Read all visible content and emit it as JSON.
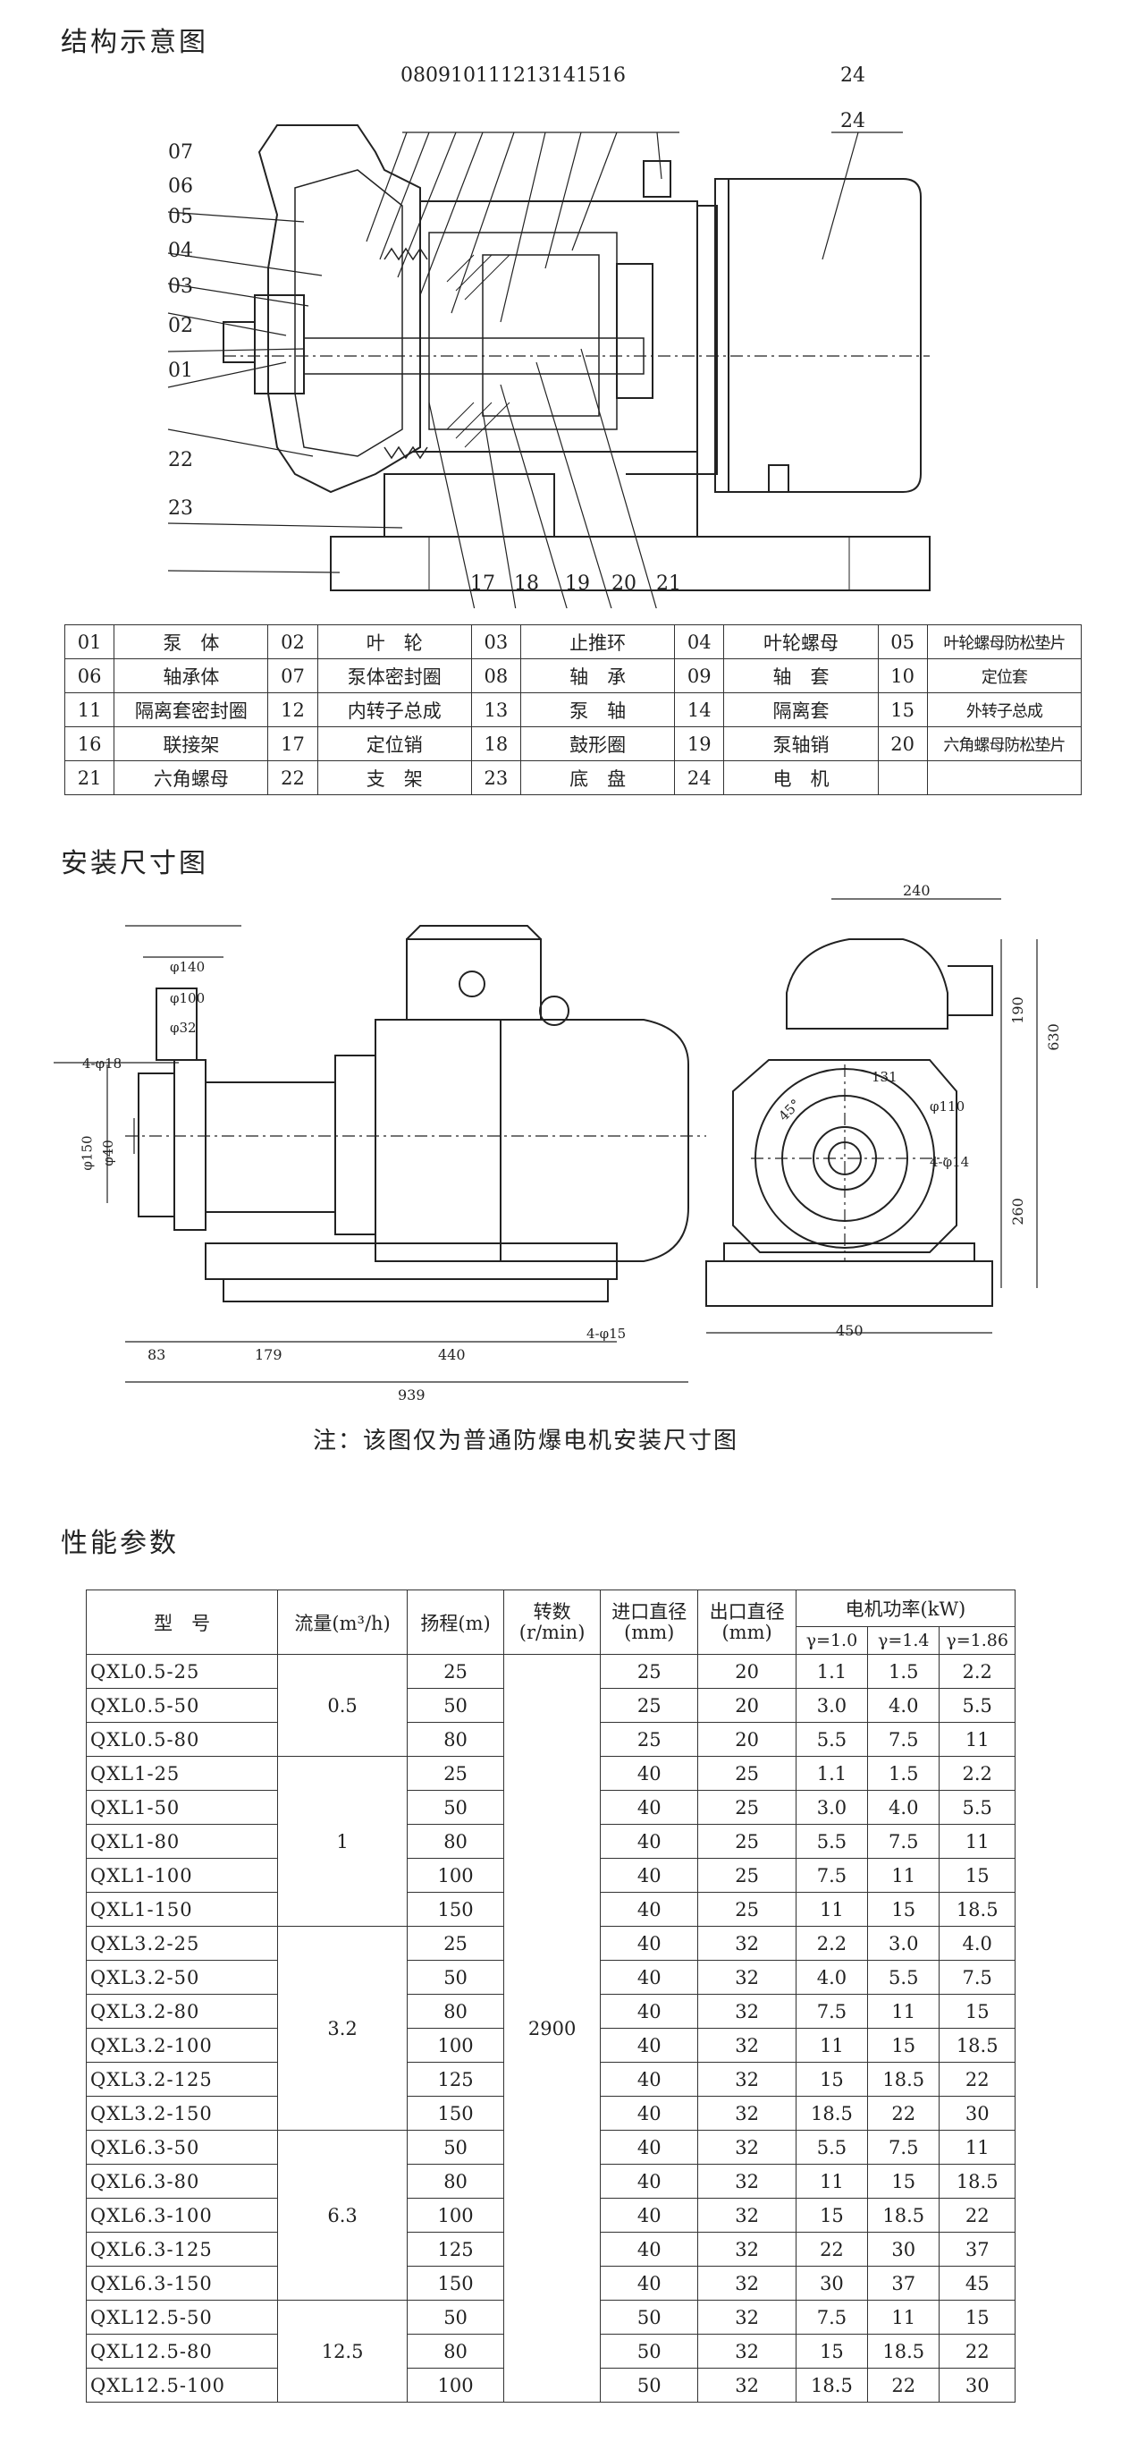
{
  "sections": {
    "structure_title": "结构示意图",
    "install_title": "安装尺寸图",
    "perf_title": "性能参数",
    "install_note": "注：该图仅为普通防爆电机安装尺寸图"
  },
  "structure_callouts": {
    "top": [
      "08",
      "09",
      "10",
      "11",
      "12",
      "13",
      "14",
      "15",
      "16"
    ],
    "left": [
      "07",
      "06",
      "05",
      "04",
      "03",
      "02",
      "01",
      "22",
      "23"
    ],
    "bottom": [
      "17",
      "18",
      "19",
      "20",
      "21"
    ],
    "right": "24"
  },
  "parts": [
    [
      [
        "01",
        "泵　体"
      ],
      [
        "02",
        "叶　轮"
      ],
      [
        "03",
        "止推环"
      ],
      [
        "04",
        "叶轮螺母"
      ],
      [
        "05",
        "叶轮螺母防松垫片"
      ]
    ],
    [
      [
        "06",
        "轴承体"
      ],
      [
        "07",
        "泵体密封圈"
      ],
      [
        "08",
        "轴　承"
      ],
      [
        "09",
        "轴　套"
      ],
      [
        "10",
        "定位套"
      ]
    ],
    [
      [
        "11",
        "隔离套密封圈"
      ],
      [
        "12",
        "内转子总成"
      ],
      [
        "13",
        "泵　轴"
      ],
      [
        "14",
        "隔离套"
      ],
      [
        "15",
        "外转子总成"
      ]
    ],
    [
      [
        "16",
        "联接架"
      ],
      [
        "17",
        "定位销"
      ],
      [
        "18",
        "鼓形圈"
      ],
      [
        "19",
        "泵轴销"
      ],
      [
        "20",
        "六角螺母防松垫片"
      ]
    ],
    [
      [
        "21",
        "六角螺母"
      ],
      [
        "22",
        "支　架"
      ],
      [
        "23",
        "底　盘"
      ],
      [
        "24",
        "电　机"
      ],
      [
        "",
        ""
      ]
    ]
  ],
  "install_dims": {
    "d140": "φ140",
    "d100": "φ100",
    "d32": "φ32",
    "bolt_top": "4-φ18",
    "d150": "φ150",
    "d40": "φ40",
    "len83": "83",
    "len179": "179",
    "len440": "440",
    "bolt_base": "4-φ15",
    "len939": "939",
    "w240": "240",
    "h190": "190",
    "h630": "630",
    "r131": "131",
    "d110": "φ110",
    "ang45": "45°",
    "bolt_flange": "4-φ14",
    "h260": "260",
    "w450": "450"
  },
  "perf_header": {
    "model": "型　号",
    "flow": "流量(m³/h)",
    "head": "扬程(m)",
    "speed": "转数\n(r/min)",
    "inlet": "进口直径\n(mm)",
    "outlet": "出口直径\n(mm)",
    "power": "电机功率(kW)",
    "g1": "γ=1.0",
    "g2": "γ=1.4",
    "g3": "γ=1.86"
  },
  "perf_speed": "2900",
  "perf_groups": [
    {
      "flow": "0.5",
      "rows": [
        [
          "QXL0.5-25",
          "25",
          "25",
          "20",
          "1.1",
          "1.5",
          "2.2"
        ],
        [
          "QXL0.5-50",
          "50",
          "25",
          "20",
          "3.0",
          "4.0",
          "5.5"
        ],
        [
          "QXL0.5-80",
          "80",
          "25",
          "20",
          "5.5",
          "7.5",
          "11"
        ]
      ]
    },
    {
      "flow": "1",
      "rows": [
        [
          "QXL1-25",
          "25",
          "40",
          "25",
          "1.1",
          "1.5",
          "2.2"
        ],
        [
          "QXL1-50",
          "50",
          "40",
          "25",
          "3.0",
          "4.0",
          "5.5"
        ],
        [
          "QXL1-80",
          "80",
          "40",
          "25",
          "5.5",
          "7.5",
          "11"
        ],
        [
          "QXL1-100",
          "100",
          "40",
          "25",
          "7.5",
          "11",
          "15"
        ],
        [
          "QXL1-150",
          "150",
          "40",
          "25",
          "11",
          "15",
          "18.5"
        ]
      ]
    },
    {
      "flow": "3.2",
      "rows": [
        [
          "QXL3.2-25",
          "25",
          "40",
          "32",
          "2.2",
          "3.0",
          "4.0"
        ],
        [
          "QXL3.2-50",
          "50",
          "40",
          "32",
          "4.0",
          "5.5",
          "7.5"
        ],
        [
          "QXL3.2-80",
          "80",
          "40",
          "32",
          "7.5",
          "11",
          "15"
        ],
        [
          "QXL3.2-100",
          "100",
          "40",
          "32",
          "11",
          "15",
          "18.5"
        ],
        [
          "QXL3.2-125",
          "125",
          "40",
          "32",
          "15",
          "18.5",
          "22"
        ],
        [
          "QXL3.2-150",
          "150",
          "40",
          "32",
          "18.5",
          "22",
          "30"
        ]
      ]
    },
    {
      "flow": "6.3",
      "rows": [
        [
          "QXL6.3-50",
          "50",
          "40",
          "32",
          "5.5",
          "7.5",
          "11"
        ],
        [
          "QXL6.3-80",
          "80",
          "40",
          "32",
          "11",
          "15",
          "18.5"
        ],
        [
          "QXL6.3-100",
          "100",
          "40",
          "32",
          "15",
          "18.5",
          "22"
        ],
        [
          "QXL6.3-125",
          "125",
          "40",
          "32",
          "22",
          "30",
          "37"
        ],
        [
          "QXL6.3-150",
          "150",
          "40",
          "32",
          "30",
          "37",
          "45"
        ]
      ]
    },
    {
      "flow": "12.5",
      "rows": [
        [
          "QXL12.5-50",
          "50",
          "50",
          "32",
          "7.5",
          "11",
          "15"
        ],
        [
          "QXL12.5-80",
          "80",
          "50",
          "32",
          "15",
          "18.5",
          "22"
        ],
        [
          "QXL12.5-100",
          "100",
          "50",
          "32",
          "18.5",
          "22",
          "30"
        ]
      ]
    }
  ]
}
